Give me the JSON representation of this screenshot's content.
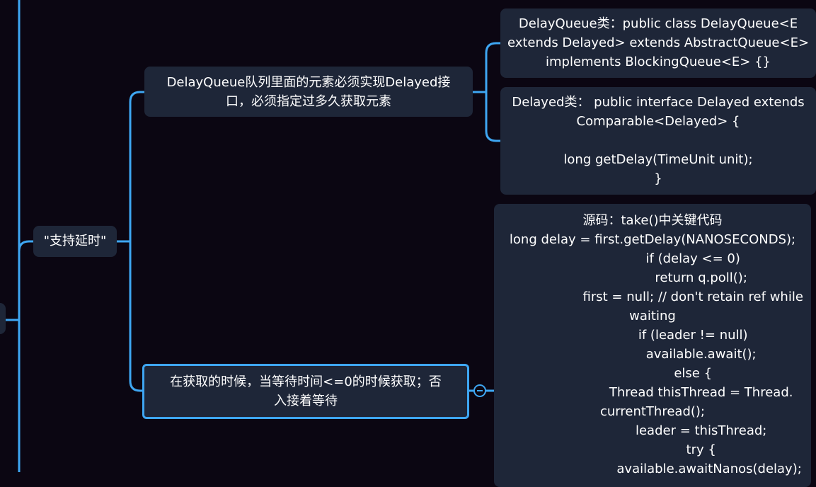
{
  "mindmap": {
    "topic": "\"支持延时\"",
    "branch_interface": {
      "title_lines": [
        "DelayQueue队列里面的元素必须实现Delayed接",
        "口，必须指定过多久获取元素"
      ],
      "children": [
        {
          "lines": [
            "DelayQueue类：public class DelayQueue<E",
            "extends Delayed> extends AbstractQueue<E>",
            "implements BlockingQueue<E> {}"
          ]
        },
        {
          "lines": [
            "Delayed类： public interface Delayed extends",
            "Comparable<Delayed> {",
            " ",
            "long getDelay(TimeUnit unit);",
            "}"
          ]
        }
      ]
    },
    "branch_take": {
      "title_lines": [
        "在获取的时候，当等待时间<=0的时候获取；否",
        "入接着等待"
      ],
      "source": {
        "lines": [
          "源码：take()中关键代码",
          "long delay = first.getDelay(NANOSECONDS);",
          "                    if (delay <= 0)",
          "                        return q.poll();",
          "                    first = null; // don't retain ref while",
          "waiting",
          "                    if (leader != null)",
          "                        available.await();",
          "                    else {",
          "                        Thread thisThread = Thread.",
          "currentThread();",
          "                        leader = thisThread;",
          "                        try {",
          "                            available.awaitNanos(delay);"
        ]
      }
    }
  },
  "colors": {
    "background": "#0b0612",
    "node_fill": "#1e2638",
    "connector": "#3ea6f2"
  }
}
